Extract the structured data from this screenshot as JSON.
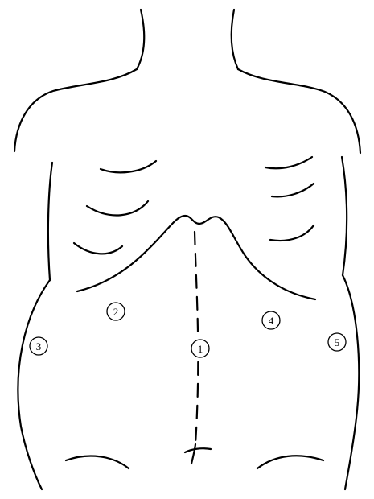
{
  "colors": {
    "line": "#000000",
    "background": "#ffffff"
  },
  "markers": [
    {
      "label": "1"
    },
    {
      "label": "2"
    },
    {
      "label": "3"
    },
    {
      "label": "4"
    },
    {
      "label": "5"
    }
  ]
}
